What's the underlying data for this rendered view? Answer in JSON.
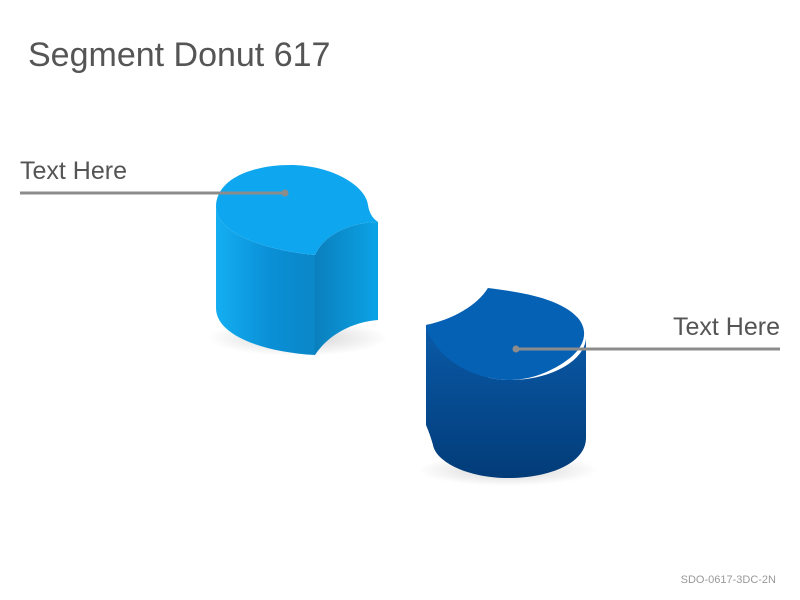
{
  "title": "Segment Donut 617",
  "segments": [
    {
      "label": "Text Here",
      "color": "#0ea7ef"
    },
    {
      "label": "Text Here",
      "color": "#0561b4"
    }
  ],
  "code": "SDO-0617-3DC-2N",
  "colors": {
    "text": "#555555",
    "leader_line": "#8c8c8c",
    "segment_1_top": "#0ea7ef",
    "segment_2_top": "#0561b4"
  }
}
